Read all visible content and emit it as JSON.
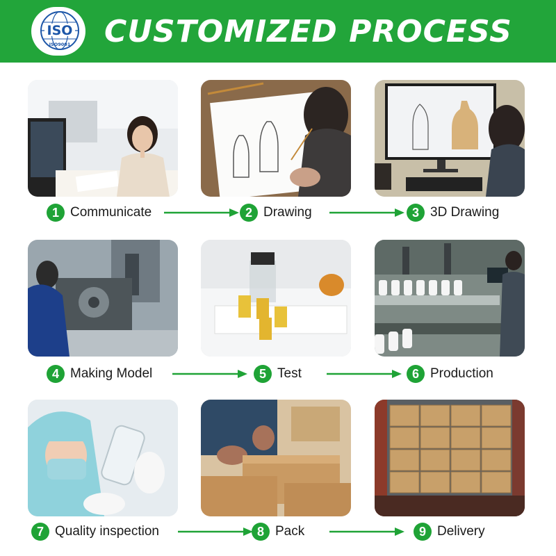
{
  "header": {
    "title": "CUSTOMIZED PROCESS",
    "badge_text": "ISO",
    "badge_subtext": "ISO9001",
    "background": "#22a53a"
  },
  "accent_color": "#1fa336",
  "steps": [
    {
      "number": "1",
      "label": "Communicate"
    },
    {
      "number": "2",
      "label": "Drawing"
    },
    {
      "number": "3",
      "label": "3D Drawing"
    },
    {
      "number": "4",
      "label": "Making Model"
    },
    {
      "number": "5",
      "label": "Test"
    },
    {
      "number": "6",
      "label": "Production"
    },
    {
      "number": "7",
      "label": "Quality inspection"
    },
    {
      "number": "8",
      "label": "Pack"
    },
    {
      "number": "9",
      "label": "Delivery"
    }
  ]
}
